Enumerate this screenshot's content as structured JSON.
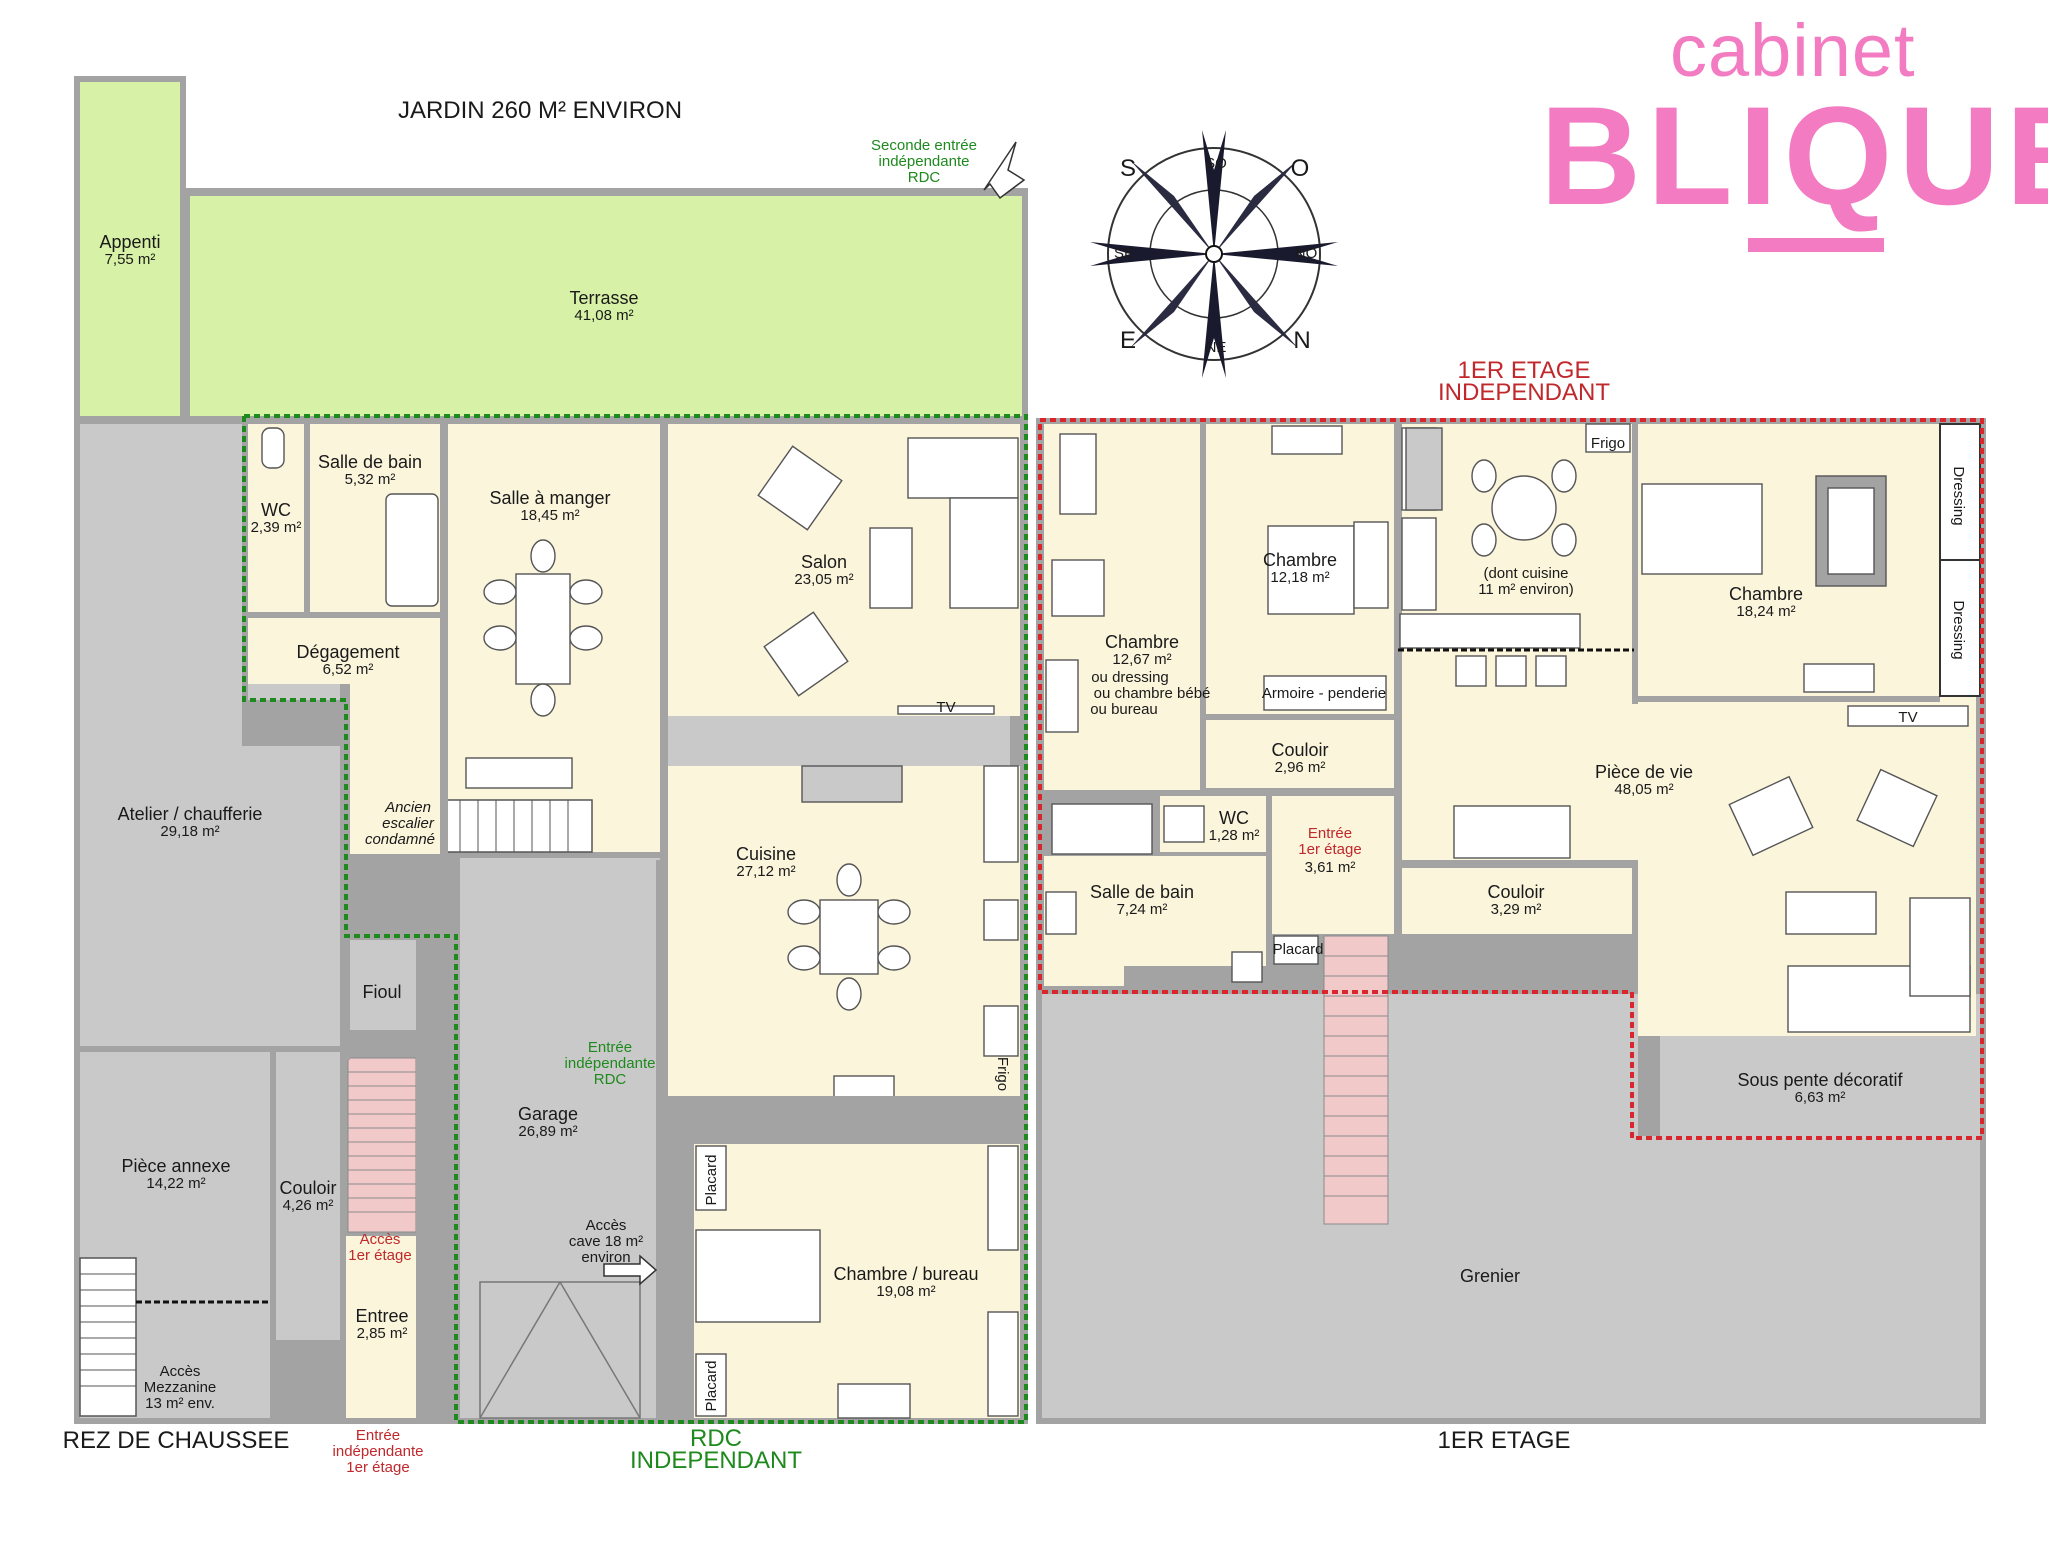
{
  "colors": {
    "garden": "#d7f2a6",
    "room": "#fbf5dc",
    "wall": "#a3a3a3",
    "grey_area": "#c9c9c9",
    "stair": "#f2c9c9",
    "rdc_border": "#1e8a1e",
    "etage_border": "#d8262c",
    "logo": "#f27bc2"
  },
  "logo": {
    "line1": "cabinet",
    "line2": "BLIQUE"
  },
  "headings": {
    "jardin": "JARDIN 260 M² ENVIRON",
    "rez": "REZ DE CHAUSSEE",
    "etage": "1ER ETAGE",
    "rdc_indep": [
      "RDC",
      "INDEPENDANT"
    ],
    "etage_indep": [
      "1ER ETAGE",
      "INDEPENDANT"
    ]
  },
  "compass": {
    "labels": [
      "S",
      "O",
      "N",
      "E",
      "SO",
      "NO",
      "NE",
      "SE"
    ]
  },
  "rdc_rooms": {
    "appenti": {
      "name": "Appenti",
      "area": "7,55 m²"
    },
    "terrasse": {
      "name": "Terrasse",
      "area": "41,08 m²"
    },
    "wc": {
      "name": "WC",
      "area": "2,39 m²"
    },
    "sdb": {
      "name": "Salle de bain",
      "area": "5,32 m²"
    },
    "sam": {
      "name": "Salle à manger",
      "area": "18,45 m²"
    },
    "salon": {
      "name": "Salon",
      "area": "23,05 m²"
    },
    "degagement": {
      "name": "Dégagement",
      "area": "6,52 m²"
    },
    "atelier": {
      "name": "Atelier / chaufferie",
      "area": "29,18 m²"
    },
    "ancien": [
      "Ancien",
      "escalier",
      "condamné"
    ],
    "cuisine": {
      "name": "Cuisine",
      "area": "27,12 m²"
    },
    "fioul": {
      "name": "Fioul"
    },
    "garage": {
      "name": "Garage",
      "area": "26,89 m²"
    },
    "annexe": {
      "name": "Pièce annexe",
      "area": "14,22 m²"
    },
    "couloir": {
      "name": "Couloir",
      "area": "4,26 m²"
    },
    "entree": {
      "name": "Entree",
      "area": "2,85 m²"
    },
    "chambre_bureau": {
      "name": "Chambre / bureau",
      "area": "19,08 m²"
    },
    "acces_cave": [
      "Accès",
      "cave 18 m²",
      "environ"
    ],
    "acces_mezz": [
      "Accès",
      "Mezzanine",
      "13 m² env."
    ],
    "acces_etage": [
      "Accès",
      "1er étage"
    ],
    "entree_rdc": [
      "Entrée",
      "indépendante",
      "RDC"
    ],
    "seconde_entree": [
      "Seconde entrée",
      "indépendante",
      "RDC"
    ],
    "entree_etage_bas": [
      "Entrée",
      "indépendante",
      "1er étage"
    ]
  },
  "etage_rooms": {
    "chambre1": {
      "name": "Chambre",
      "area": "12,67 m²",
      "note": [
        "ou dressing",
        "ou chambre bébé",
        "ou bureau"
      ]
    },
    "chambre2": {
      "name": "Chambre",
      "area": "12,18 m²"
    },
    "cuisine_note": [
      "(dont cuisine",
      "11 m² environ)"
    ],
    "chambre3": {
      "name": "Chambre",
      "area": "18,24 m²"
    },
    "couloir1": {
      "name": "Couloir",
      "area": "2,96 m²"
    },
    "wc": {
      "name": "WC",
      "area": "1,28 m²"
    },
    "entree": {
      "name": "Entrée",
      "sub": "1er étage",
      "area": "3,61 m²"
    },
    "sdb": {
      "name": "Salle de bain",
      "area": "7,24 m²"
    },
    "couloir2": {
      "name": "Couloir",
      "area": "3,29 m²"
    },
    "piece_vie": {
      "name": "Pièce de vie",
      "area": "48,05 m²"
    },
    "sous_pente": {
      "name": "Sous pente décoratif",
      "area": "6,63 m²"
    },
    "grenier": {
      "name": "Grenier"
    }
  },
  "furniture": {
    "frigo": "Frigo",
    "dressing": "Dressing",
    "tv": "TV",
    "placard": "Placard",
    "armoire": "Armoire - penderie"
  }
}
